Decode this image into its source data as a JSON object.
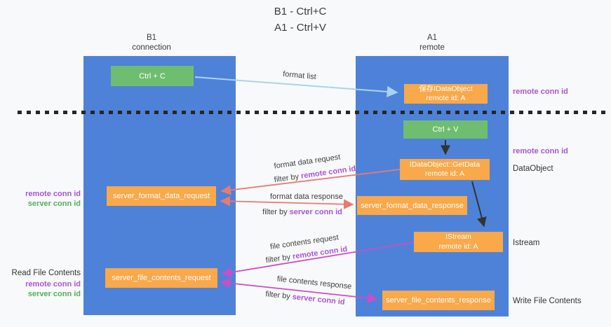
{
  "title": {
    "line1": "B1 - Ctrl+C",
    "line2": "A1 - Ctrl+V"
  },
  "lanes": {
    "left": {
      "name": "B1",
      "role": "connection"
    },
    "right": {
      "name": "A1",
      "role": "remote"
    }
  },
  "boxes": {
    "ctrl_c": {
      "label": "Ctrl + C"
    },
    "save_idataobject": {
      "line1": "保存IDataObject",
      "line2": "remote id: A"
    },
    "ctrl_v": {
      "label": "Ctrl + V"
    },
    "getdata": {
      "line1": "IDataObject::GetData",
      "line2": "remote id: A"
    },
    "server_format_data_request": {
      "label": "server_format_data_request"
    },
    "server_format_data_response": {
      "label": "server_format_data_response"
    },
    "istream": {
      "line1": "IStream",
      "line2": "remote id: A"
    },
    "server_file_contents_request": {
      "label": "server_file_contents_request"
    },
    "server_file_contents_response": {
      "label": "server_file_contents_response"
    }
  },
  "arrow_labels": {
    "format_list": "format list",
    "format_data_request": {
      "title": "format data request",
      "filter_prefix": "filter by ",
      "filter_key": "remote conn id"
    },
    "format_data_response": {
      "title": "format data response",
      "filter_prefix": "filter by ",
      "filter_key": "server conn id"
    },
    "file_contents_request": {
      "title": "file contents request",
      "filter_prefix": "filter by ",
      "filter_key": "remote conn id"
    },
    "file_contents_response": {
      "title": "file contents response",
      "filter_prefix": "filter by ",
      "filter_key": "server conn id"
    }
  },
  "side_labels": {
    "right": [
      {
        "text": "remote conn id"
      },
      {
        "text": "remote conn id"
      },
      {
        "text": "DataObject"
      },
      {
        "text": "Istream"
      },
      {
        "text": "Write File Contents"
      }
    ],
    "left": [
      {
        "text": "remote conn id"
      },
      {
        "text": "server conn id"
      },
      {
        "text": "Read File Contents"
      },
      {
        "text": "remote conn id"
      },
      {
        "text": "server conn id"
      }
    ]
  },
  "colors": {
    "lane_blue": "#4e82d8",
    "box_green": "#6fbd70",
    "box_orange": "#f9a84a",
    "arrow_light_blue": "#a9d3ee",
    "arrow_red": "#e87a72",
    "arrow_magenta": "#c94ec9",
    "arrow_black": "#333333",
    "label_purple": "#a855d4",
    "label_green": "#55ae5e"
  }
}
